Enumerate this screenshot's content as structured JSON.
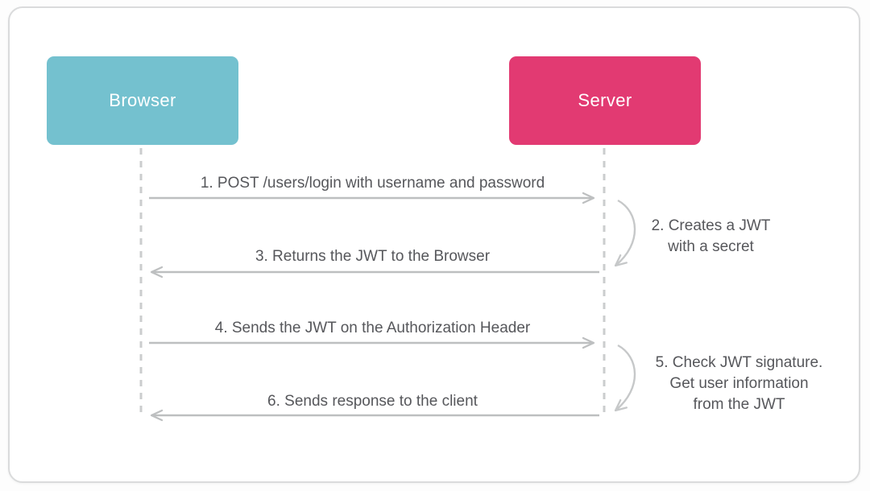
{
  "diagram": {
    "title_hint": "JWT authentication sequence diagram",
    "actors": [
      {
        "id": "browser",
        "label": "Browser",
        "color": "#74c1cf"
      },
      {
        "id": "server",
        "label": "Server",
        "color": "#e23a72"
      }
    ],
    "messages": [
      {
        "num": 1,
        "label": "1. POST /users/login with username and password",
        "direction": "browser-to-server",
        "type": "arrow"
      },
      {
        "num": 2,
        "label": "2. Creates a JWT\nwith a secret",
        "direction": "self",
        "actor": "server",
        "type": "self-loop"
      },
      {
        "num": 3,
        "label": "3. Returns the JWT to the Browser",
        "direction": "server-to-browser",
        "type": "arrow"
      },
      {
        "num": 4,
        "label": "4. Sends the JWT on the Authorization Header",
        "direction": "browser-to-server",
        "type": "arrow"
      },
      {
        "num": 5,
        "label": "5. Check JWT signature.\nGet user information\nfrom the JWT",
        "direction": "self",
        "actor": "server",
        "type": "self-loop"
      },
      {
        "num": 6,
        "label": "6. Sends response to the client",
        "direction": "server-to-browser",
        "type": "arrow"
      }
    ],
    "colors": {
      "browser_box": "#74c1cf",
      "server_box": "#e23a72",
      "arrow": "#bdbfc0",
      "lifeline": "#cbcdce",
      "text": "#56575b",
      "card_border": "#dadbdc",
      "card_background": "#ffffff"
    }
  }
}
